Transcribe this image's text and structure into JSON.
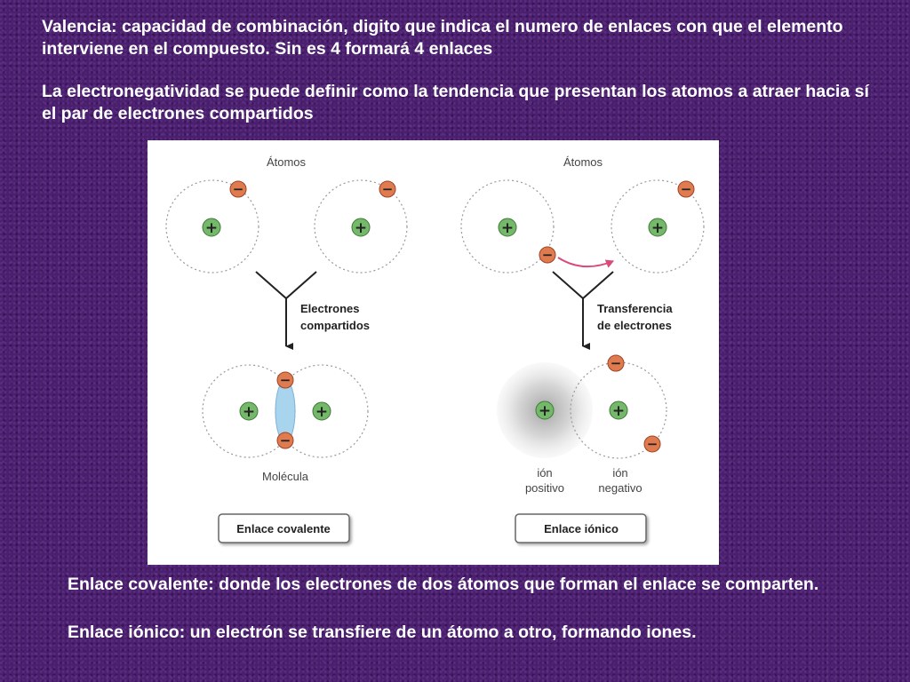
{
  "text": {
    "valencia": "Valencia: capacidad de combinación, digito que indica el numero de enlaces con que el elemento interviene en el compuesto. Sin es 4 formará 4 enlaces",
    "electronegatividad": "La electronegatividad se puede definir como la tendencia que presentan los atomos a atraer hacia sí el par de electrones compartidos",
    "covalente": "Enlace covalente: donde los electrones de dos átomos que forman el enlace se comparten.",
    "ionico": "Enlace iónico: un electrón se transfiere de un átomo a otro, formando iones."
  },
  "diagram": {
    "left": {
      "top_label": "Átomos",
      "arrow_line1": "Electrones",
      "arrow_line2": "compartidos",
      "bottom_label": "Molécula",
      "box_label": "Enlace covalente"
    },
    "right": {
      "top_label": "Átomos",
      "arrow_line1": "Transferencia",
      "arrow_line2": "de electrones",
      "pos_line1": "ión",
      "pos_line2": "positivo",
      "neg_line1": "ión",
      "neg_line2": "negativo",
      "box_label": "Enlace iónico"
    },
    "symbols": {
      "plus": "+",
      "minus": "−"
    },
    "colors": {
      "nucleus": "#74b86a",
      "electron": "#e07a4f",
      "shared_pair": "#a9d4ee",
      "transfer_arrow": "#d9497a"
    }
  }
}
